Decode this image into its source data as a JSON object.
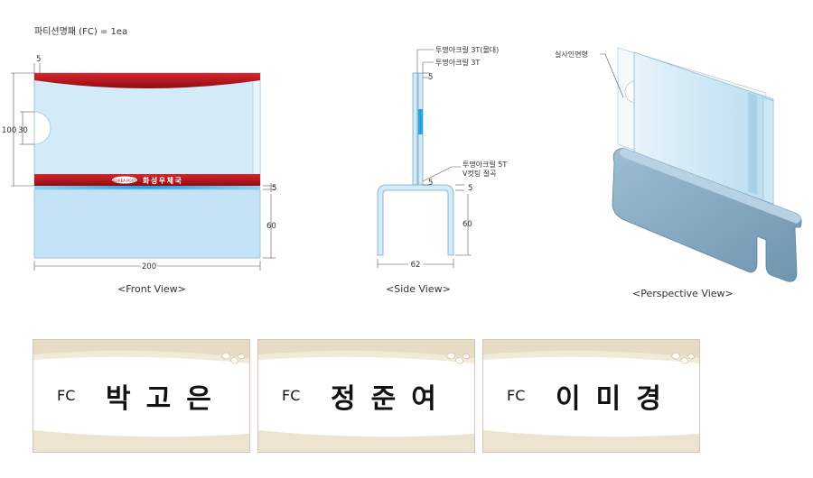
{
  "title": "파티션명패 (FC) = 1ea",
  "front": {
    "caption": "<Front View>",
    "logo_text": "화성우체국",
    "logo_mark": "KOREA POST",
    "dims": {
      "top": "5",
      "height": "100",
      "hole": "30",
      "bottom_gap": "5",
      "base": "60",
      "width": "200"
    }
  },
  "side": {
    "caption": "<Side View>",
    "label_top1": "투명아크릴 3T(몰대)",
    "label_top2": "투명아크릴 3T",
    "label_mid1": "투명아크릴 5T",
    "label_mid2": "V컷팅 절곡",
    "dims": {
      "top": "5",
      "mid_left": "5",
      "mid_right": "5",
      "height": "60",
      "width": "62"
    }
  },
  "perspective": {
    "caption": "<Perspective View>",
    "label": "실사인면형"
  },
  "cards": [
    {
      "prefix": "FC",
      "name": "박고은"
    },
    {
      "prefix": "FC",
      "name": "정준여"
    },
    {
      "prefix": "FC",
      "name": "이미경"
    }
  ],
  "colors": {
    "acrylic": "#cfe8f7",
    "red_band": "#b3141a",
    "base": "#8fb3cc",
    "gold": "#c9b48a"
  }
}
